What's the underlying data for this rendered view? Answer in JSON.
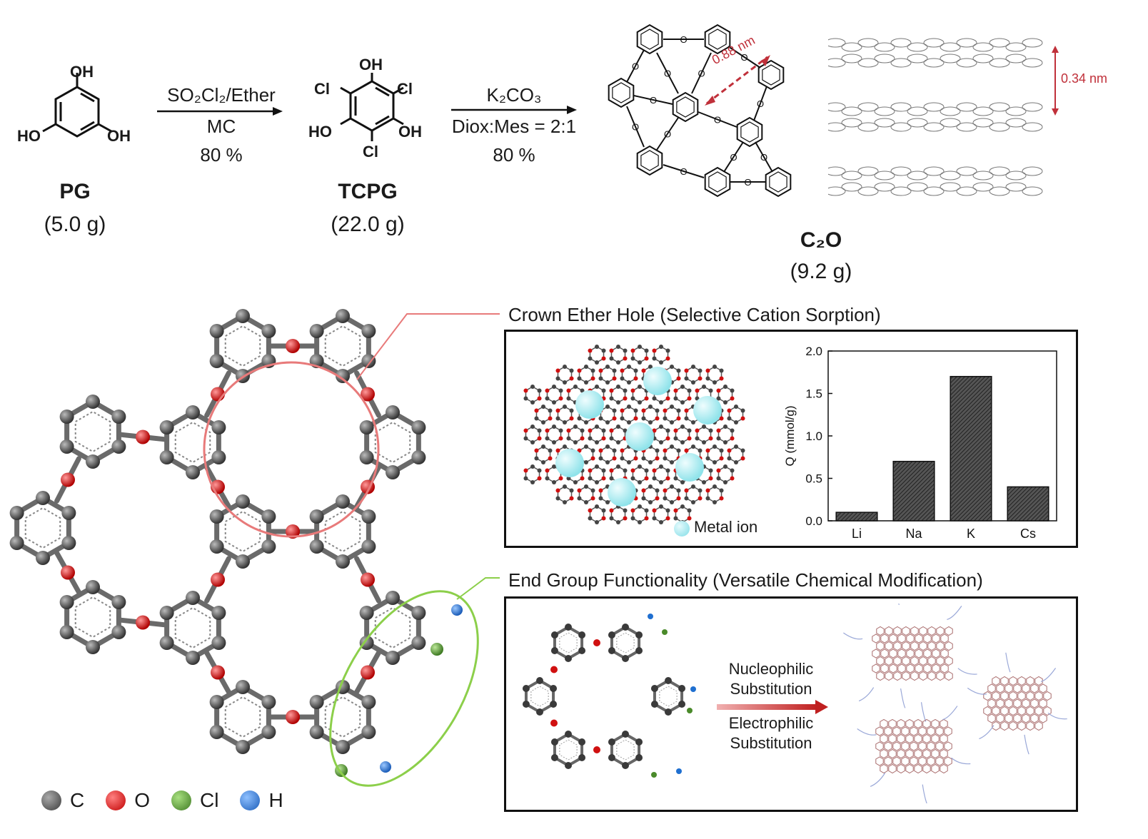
{
  "scheme": {
    "pg": {
      "formula_top": "OH",
      "formula_left": "HO",
      "formula_right": "OH",
      "name": "PG",
      "amount": "(5.0 g)"
    },
    "step1": {
      "reagent": "SO₂Cl₂/Ether",
      "solvent": "MC",
      "yield": "80 %"
    },
    "tcpg": {
      "top": "OH",
      "cl_left": "Cl",
      "cl_right": "Cl",
      "left": "HO",
      "right": "OH",
      "cl_bottom": "Cl",
      "name": "TCPG",
      "amount": "(22.0 g)"
    },
    "step2": {
      "reagent": "K₂CO₃",
      "solvent": "Diox:Mes = 2:1",
      "yield": "80 %"
    },
    "c2o": {
      "name": "C₂O",
      "amount": "(9.2 g)",
      "pore_size": "0.88 nm",
      "interlayer": "0.34 nm"
    }
  },
  "crown_ether": {
    "title": "Crown Ether Hole (Selective Cation Sorption)",
    "legend_label": "Metal ion"
  },
  "end_group": {
    "title": "End Group Functionality (Versatile Chemical Modification)",
    "arrow_top": [
      "Nucleophilic",
      "Substitution"
    ],
    "arrow_bottom": [
      "Electrophilic",
      "Substitution"
    ]
  },
  "atom_legend": [
    {
      "symbol": "C",
      "color": "#3a3a3a"
    },
    {
      "symbol": "O",
      "color": "#d01010"
    },
    {
      "symbol": "Cl",
      "color": "#4a8a2a"
    },
    {
      "symbol": "H",
      "color": "#1f6fd0"
    }
  ],
  "chart_data": {
    "type": "bar",
    "categories": [
      "Li",
      "Na",
      "K",
      "Cs"
    ],
    "values": [
      0.1,
      0.7,
      1.7,
      0.4
    ],
    "ylabel": "Q (mmol/g)",
    "xlabel": "",
    "ylim": [
      0,
      2.0
    ],
    "yticks": [
      "0.0",
      "0.5",
      "1.0",
      "1.5",
      "2.0"
    ],
    "grid": false
  },
  "colors": {
    "oxygen": "#d01010",
    "carbon": "#3a3a3a",
    "metal_ion": "#8fe3ea",
    "highlight_red": "#e87a7a",
    "highlight_green": "#8ccf4a",
    "dim_red": "#c0303a"
  }
}
